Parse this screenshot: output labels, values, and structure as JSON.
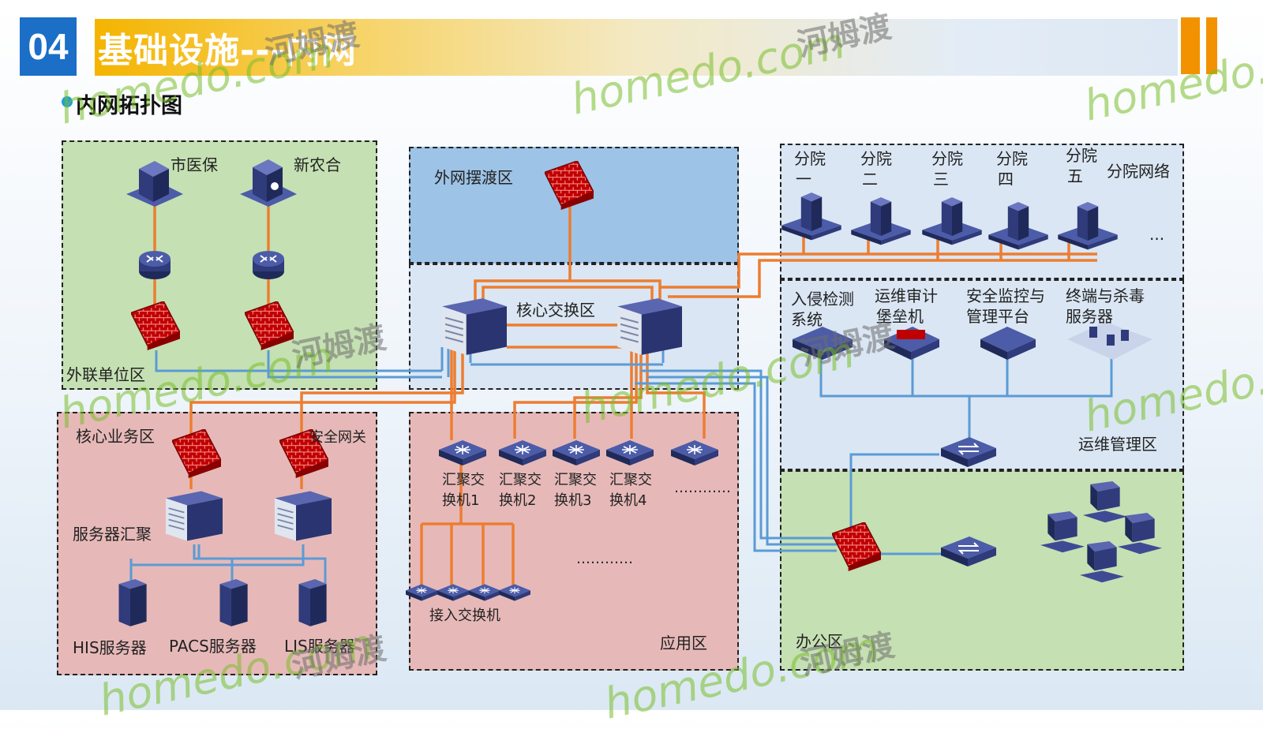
{
  "header": {
    "number": "04",
    "title": "基础设施---内网",
    "subtitle": "内网拓扑图"
  },
  "zones": {
    "external": "外联单位区",
    "ferry": "外网摆渡区",
    "core_switch": "核心交换区",
    "branch_net": "分院网络",
    "ops": "运维管理区",
    "core_business": "核心业务区",
    "app": "应用区",
    "office": "办公区"
  },
  "labels": {
    "city_insurance": "市医保",
    "rural_coop": "新农合",
    "branch1_a": "分院",
    "branch1_b": "一",
    "branch2_a": "分院",
    "branch2_b": "二",
    "branch3_a": "分院",
    "branch3_b": "三",
    "branch4_a": "分院",
    "branch4_b": "四",
    "branch5_a": "分院",
    "branch5_b": "五",
    "ellipsis_branch": "...",
    "ids_a": "入侵检测",
    "ids_b": "系统",
    "audit_a": "运维审计",
    "audit_b": "堡垒机",
    "secmon_a": "安全监控与",
    "secmon_b": "管理平台",
    "av_a": "终端与杀毒",
    "av_b": "服务器",
    "security_gateway": "安全网关",
    "server_agg": "服务器汇聚",
    "his": "HIS服务器",
    "pacs": "PACS服务器",
    "lis": "LIS服务器",
    "agg1_a": "汇聚交",
    "agg1_b": "换机1",
    "agg2_a": "汇聚交",
    "agg2_b": "换机2",
    "agg3_a": "汇聚交",
    "agg3_b": "换机3",
    "agg4_a": "汇聚交",
    "agg4_b": "换机4",
    "agg_more": "…………",
    "access_more": "…………",
    "access_switch": "接入交换机"
  },
  "watermark": {
    "latin": "homedo.com",
    "cn": "河姆渡"
  },
  "colors": {
    "badge": "#1b6fc7",
    "zone_green": "#c5e0b3",
    "zone_blue": "#9dc3e6",
    "zone_lightblue": "#dae6f3",
    "zone_pink": "#e6b9b8",
    "link_orange": "#ed7d31",
    "link_blue": "#5b9bd5",
    "firewall": "#c00000",
    "device": "#2f3b7a"
  }
}
